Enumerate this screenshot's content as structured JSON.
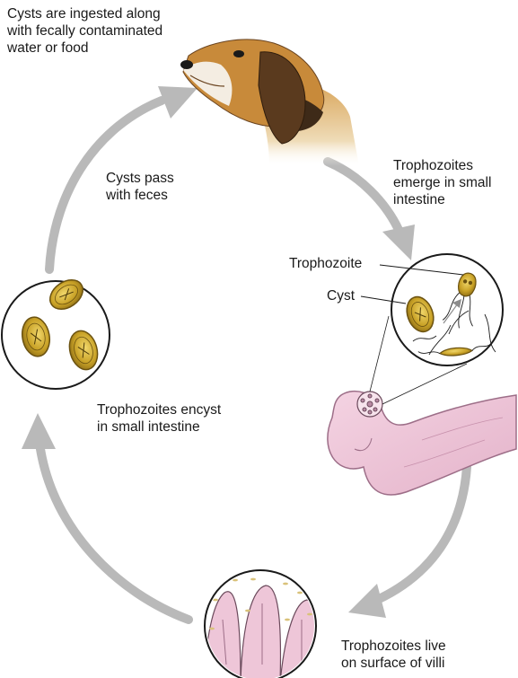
{
  "labels": {
    "ingest": [
      "Cysts are ingested along",
      "with fecally contaminated",
      "water or food"
    ],
    "cysts_pass": [
      "Cysts pass",
      "with feces"
    ],
    "emerge": [
      "Trophozoites",
      "emerge in small",
      "intestine"
    ],
    "trophozoite": "Trophozoite",
    "cyst": "Cyst",
    "encyst": [
      "Trophozoites encyst",
      "in small intestine"
    ],
    "villi": [
      "Trophozoites live",
      "on surface of villi"
    ]
  },
  "icons": [
    "dog-head-illustration",
    "cyst-icon",
    "trophozoite-icon",
    "intestine-illustration",
    "villi-illustration",
    "cycle-arrow"
  ],
  "colors": {
    "arrow": "#b9b9b9",
    "cyst_fill": "#c9a227",
    "cyst_edge": "#6b5210",
    "intestine": "#eec6d8",
    "intestine_edge": "#9d6e88",
    "dog_tan": "#c88a3a",
    "dog_dark": "#5a3a1e"
  }
}
